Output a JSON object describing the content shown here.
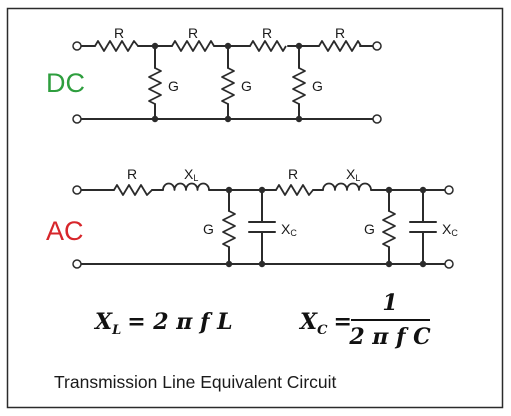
{
  "labels": {
    "dc": "DC",
    "ac": "AC",
    "r": "R",
    "g": "G",
    "x": "X",
    "l": "L",
    "c": "C"
  },
  "colors": {
    "dc": "#2e9e3e",
    "ac": "#d7262b",
    "border": "#2b2b2b"
  },
  "formulas": {
    "xl_var": "X",
    "xl_sub": "L",
    "xl_rhs": "= 2 π f L",
    "xc_var": "X",
    "xc_sub": "C",
    "xc_eq": "=",
    "xc_num": "1",
    "xc_den": "2 π f C"
  },
  "caption": "Transmission Line Equivalent Circuit"
}
